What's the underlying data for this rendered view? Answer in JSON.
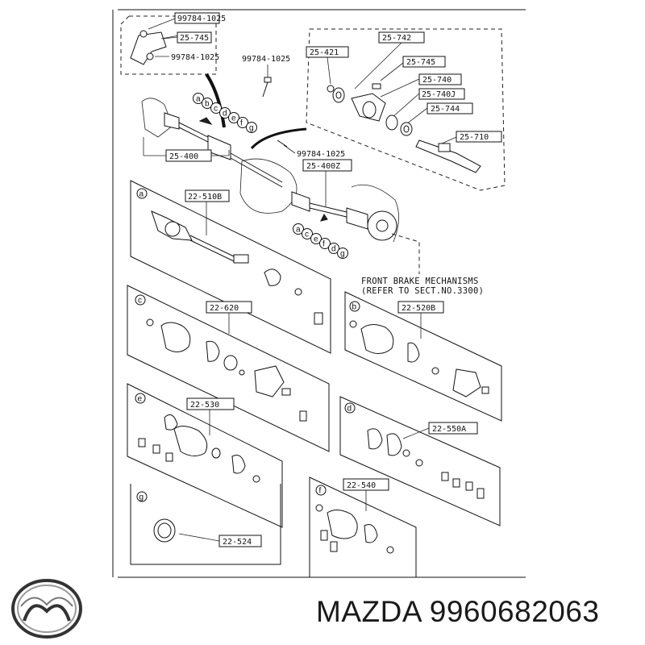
{
  "labels": {
    "l99784a": "99784-1025",
    "l25745a": "25-745",
    "l99784b": "99784-1025",
    "l99784c": "99784-1025",
    "l25742": "25-742",
    "l25421": "25-421",
    "l25745b": "25-745",
    "l25740": "25-740",
    "l25740j": "25-740J",
    "l25744": "25-744",
    "l25710": "25-710",
    "l25400": "25-400",
    "l99784d": "99784-1025",
    "l25400z": "25-400Z",
    "l22510b": "22-510B",
    "l22620": "22-620",
    "l22520b": "22-520B",
    "l22530": "22-530",
    "l22550a": "22-550A",
    "l22540": "22-540",
    "l22524": "22-524"
  },
  "callouts_top": [
    "a",
    "b",
    "c",
    "d",
    "e",
    "f",
    "g"
  ],
  "callouts_mid": [
    "a",
    "c",
    "e",
    "f",
    "d",
    "g"
  ],
  "panel_letters": {
    "p1": "a",
    "p2": "c",
    "p3": "b",
    "p4": "e",
    "p5": "d",
    "p6": "g",
    "p7": "f"
  },
  "note": {
    "line1": "FRONT BRAKE MECHANISMS",
    "line2": "(REFER TO SECT.NO.3300)"
  },
  "brand": {
    "text": "MAZDA 9960682063"
  }
}
